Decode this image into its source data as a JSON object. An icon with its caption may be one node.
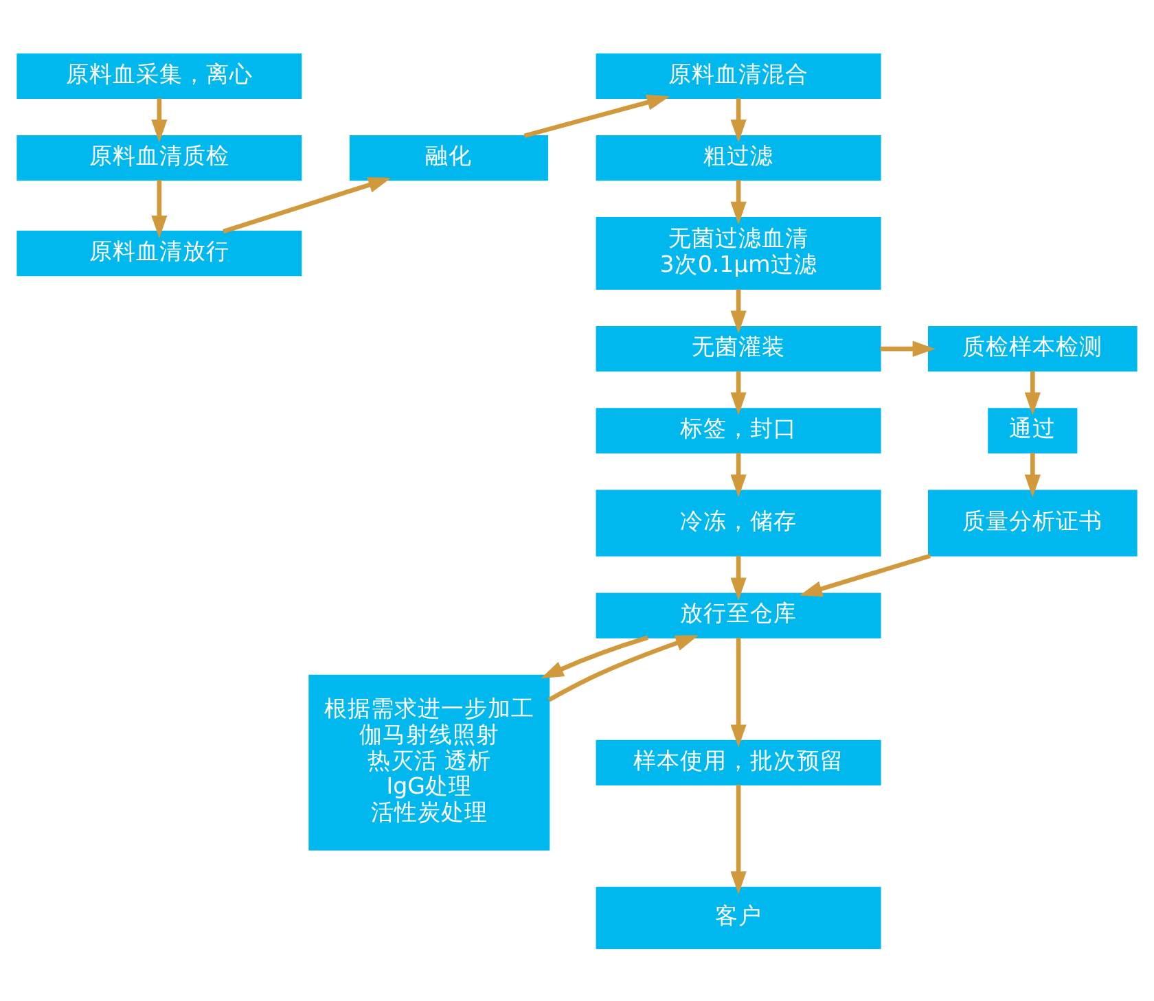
{
  "diagram": {
    "nodes": [
      {
        "text": [
          "原料血采集，离心"
        ]
      },
      {
        "text": [
          "原料血清质检"
        ]
      },
      {
        "text": [
          "原料血清放行"
        ]
      },
      {
        "text": [
          "融化"
        ]
      },
      {
        "text": [
          "原料血清混合"
        ]
      },
      {
        "text": [
          "粗过滤"
        ]
      },
      {
        "text": [
          "无菌过滤血清",
          "3次0.1μm过滤"
        ]
      },
      {
        "text": [
          "无菌灌装"
        ]
      },
      {
        "text": [
          "质检样本检测"
        ]
      },
      {
        "text": [
          "通过"
        ]
      },
      {
        "text": [
          "标签，封口"
        ]
      },
      {
        "text": [
          "冷冻，储存"
        ]
      },
      {
        "text": [
          "质量分析证书"
        ]
      },
      {
        "text": [
          "放行至仓库"
        ]
      },
      {
        "text": [
          "根据需求进一步加工",
          "伽马射线照射",
          "热灭活 透析",
          "IgG处理",
          "活性炭处理"
        ]
      },
      {
        "text": [
          "样本使用，批次预留"
        ]
      },
      {
        "text": [
          "客户"
        ]
      }
    ],
    "edges": [
      {
        "from": 0,
        "to": 1,
        "arrow": "to"
      },
      {
        "from": 1,
        "to": 2,
        "arrow": "to"
      },
      {
        "from": 2,
        "to": 3,
        "arrow": "to"
      },
      {
        "from": 3,
        "to": 4,
        "arrow": "to"
      },
      {
        "from": 4,
        "to": 5,
        "arrow": "to"
      },
      {
        "from": 5,
        "to": 6,
        "arrow": "to"
      },
      {
        "from": 6,
        "to": 7,
        "arrow": "to"
      },
      {
        "from": 7,
        "to": 8,
        "arrow": "to"
      },
      {
        "from": 8,
        "to": 9,
        "arrow": "to"
      },
      {
        "from": 9,
        "to": 12,
        "arrow": "to"
      },
      {
        "from": 7,
        "to": 10,
        "arrow": "to"
      },
      {
        "from": 10,
        "to": 11,
        "arrow": "to"
      },
      {
        "from": 11,
        "to": 13,
        "arrow": "to"
      },
      {
        "from": 12,
        "to": 13,
        "arrow": "to"
      },
      {
        "from": 13,
        "to": 14,
        "arrow": "to"
      },
      {
        "from": 14,
        "to": 13,
        "arrow": "to"
      },
      {
        "from": 13,
        "to": 15,
        "arrow": "to"
      },
      {
        "from": 15,
        "to": 16,
        "arrow": "to"
      }
    ]
  }
}
